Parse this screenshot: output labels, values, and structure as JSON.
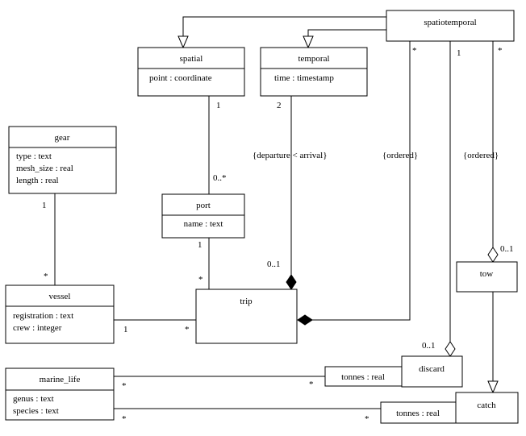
{
  "classes": {
    "spatiotemporal": {
      "name": "spatiotemporal"
    },
    "spatial": {
      "name": "spatial",
      "attributes": [
        "point : coordinate"
      ]
    },
    "temporal": {
      "name": "temporal",
      "attributes": [
        "time : timestamp"
      ]
    },
    "gear": {
      "name": "gear",
      "attributes": [
        "type : text",
        "mesh_size : real",
        "length : real"
      ]
    },
    "port": {
      "name": "port",
      "attributes": [
        "name : text"
      ]
    },
    "vessel": {
      "name": "vessel",
      "attributes": [
        "registration : text",
        "crew : integer"
      ]
    },
    "trip": {
      "name": "trip"
    },
    "tow": {
      "name": "tow"
    },
    "discard": {
      "name": "discard"
    },
    "catch": {
      "name": "catch"
    },
    "marine_life": {
      "name": "marine_life",
      "attributes": [
        "genus : text",
        "species : text"
      ]
    }
  },
  "association_classes": {
    "discard_tonnes": "tonnes : real",
    "catch_tonnes": "tonnes : real"
  },
  "multiplicities": {
    "spatial_port_spatial_end": "1",
    "spatial_port_port_end": "0..*",
    "temporal_trip_temporal_end": "2",
    "temporal_trip_trip_end": "0..1",
    "gear_vessel_gear_end": "1",
    "gear_vessel_vessel_end": "*",
    "port_trip_port_end": "1",
    "port_trip_trip_end": "*",
    "vessel_trip_vessel_end": "1",
    "vessel_trip_trip_end": "*",
    "st_trip_st_end": "*",
    "st_discard_st_end": "1",
    "st_discard_discard_end": "0..1",
    "st_tow_st_end": "*",
    "st_tow_tow_end": "0..1",
    "marine_discard_marine_end": "*",
    "marine_discard_discard_end": "*",
    "marine_catch_marine_end": "*",
    "marine_catch_catch_end": "*"
  },
  "constraints": {
    "departure": "{departure < arrival}",
    "ordered_trip": "{ordered}",
    "ordered_tow": "{ordered}"
  }
}
